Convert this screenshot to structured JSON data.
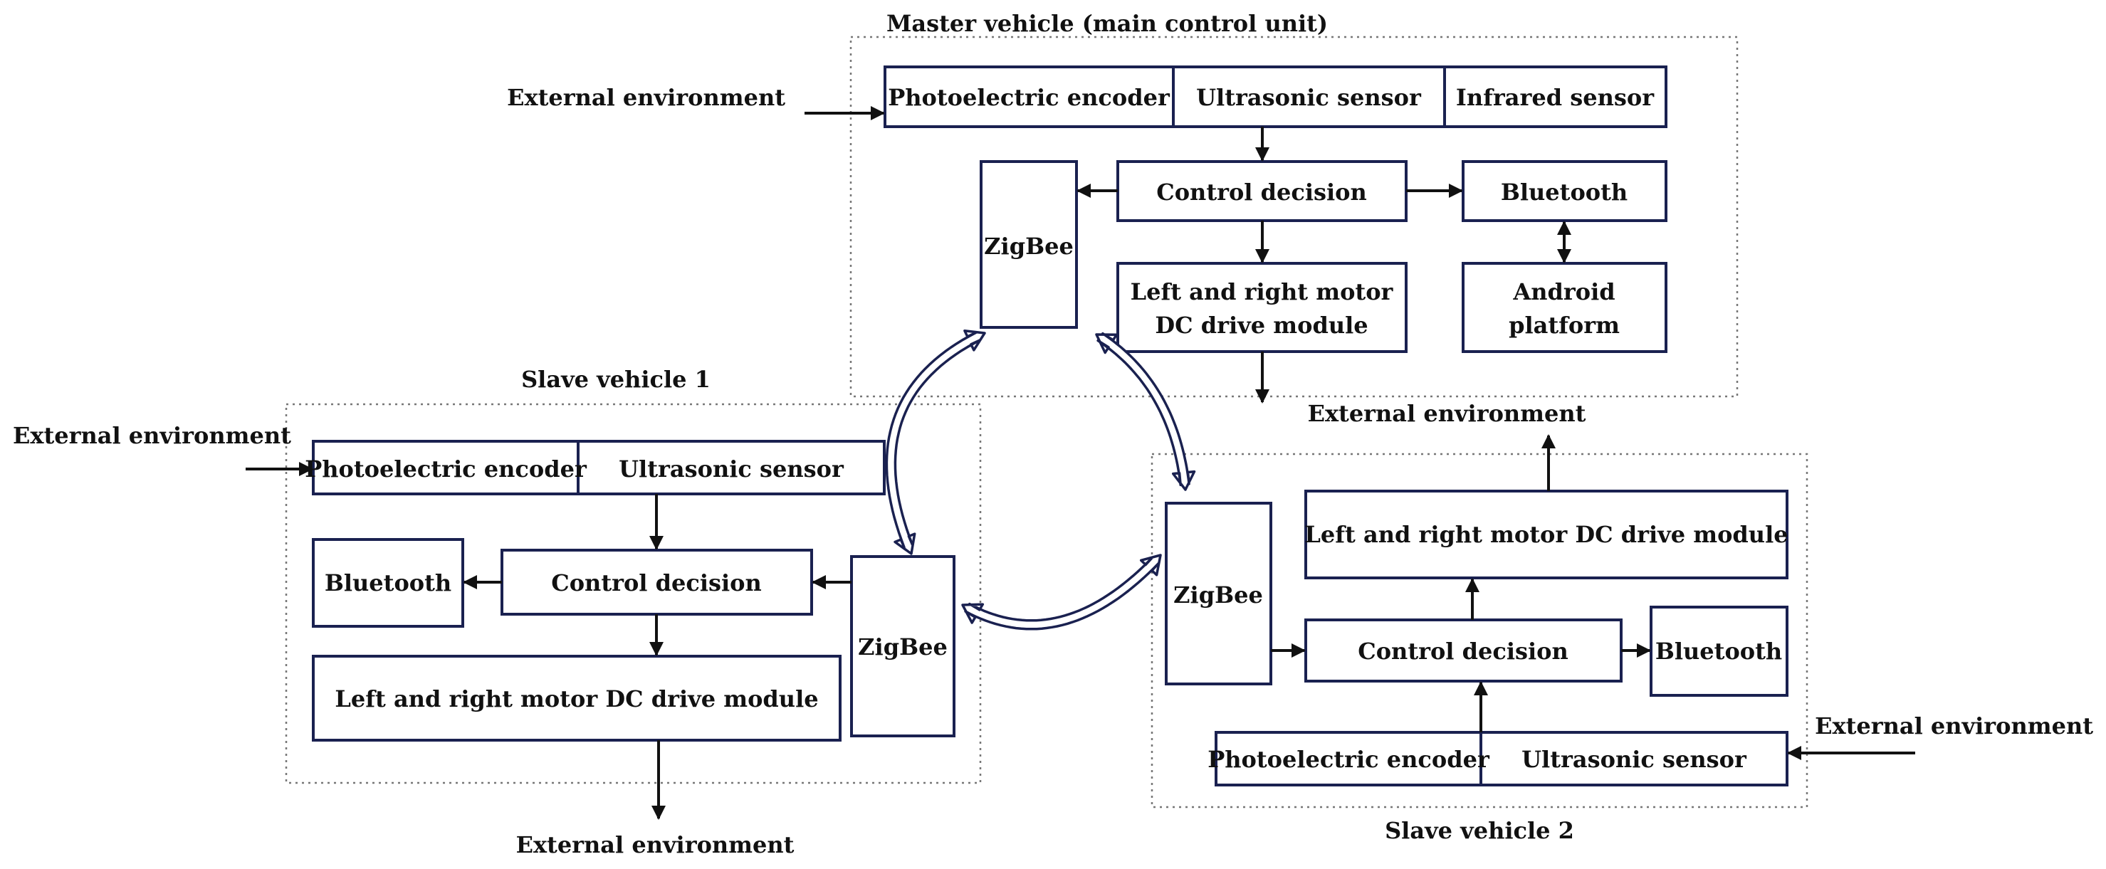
{
  "master": {
    "title": "Master vehicle (main control unit)",
    "ext_in": "External environment",
    "ext_out": "External environment",
    "photoelectric": "Photoelectric encoder",
    "ultrasonic": "Ultrasonic sensor",
    "infrared": "Infrared sensor",
    "control": "Control decision",
    "bluetooth": "Bluetooth",
    "zigbee": "ZigBee",
    "motor_line1": "Left and right motor",
    "motor_line2": "DC drive module",
    "android_line1": "Android",
    "android_line2": "platform"
  },
  "slave1": {
    "title": "Slave vehicle 1",
    "ext_in": "External environment",
    "ext_out": "External environment",
    "photoelectric": "Photoelectric encoder",
    "ultrasonic": "Ultrasonic sensor",
    "bluetooth": "Bluetooth",
    "control": "Control decision",
    "zigbee": "ZigBee",
    "motor": "Left and right motor DC drive module"
  },
  "slave2": {
    "title": "Slave vehicle 2",
    "ext_in": "External environment",
    "photoelectric": "Photoelectric encoder",
    "ultrasonic": "Ultrasonic sensor",
    "bluetooth": "Bluetooth",
    "control": "Control decision",
    "zigbee": "ZigBee",
    "motor": "Left and right motor DC drive module"
  },
  "colors": {
    "box_stroke": "#1a2150",
    "wire": "#111111",
    "group_border": "#777777"
  }
}
